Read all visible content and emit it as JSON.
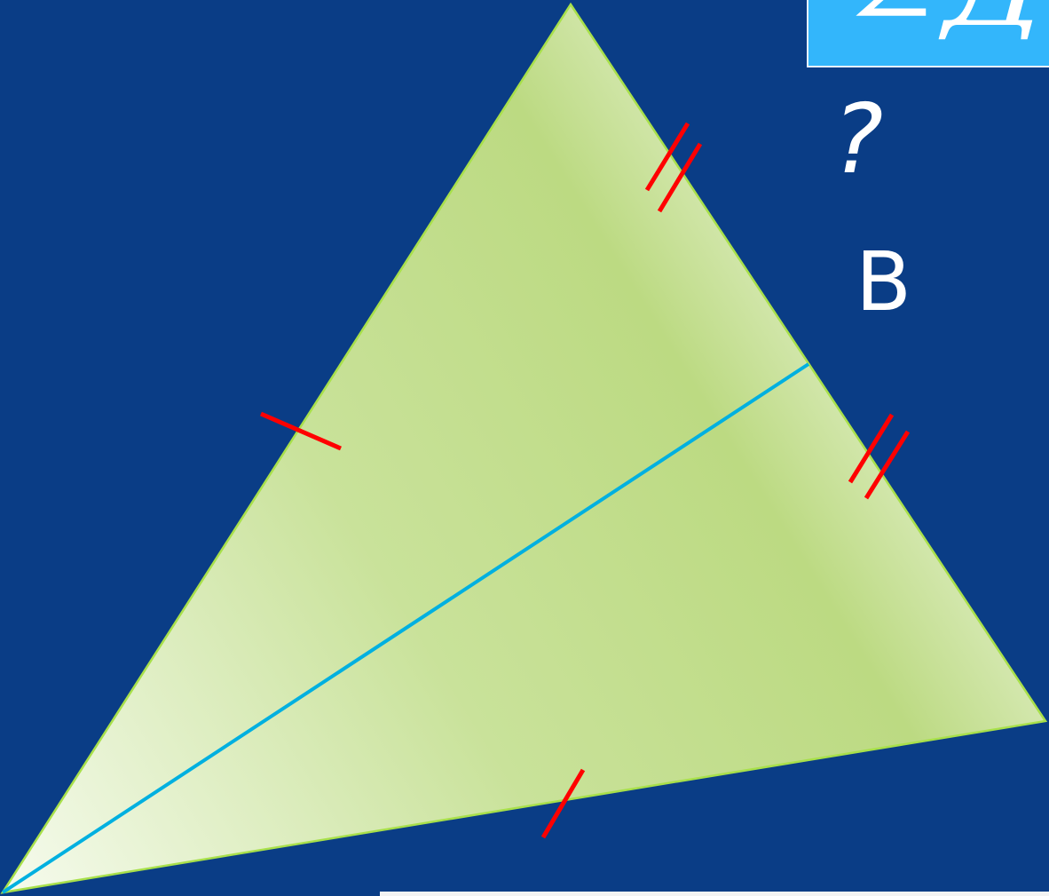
{
  "header_box": {
    "text": "∠Д",
    "background_color": "#33b6fb",
    "border_color": "#e8f2ff"
  },
  "labels": {
    "question_mark": "?",
    "vertex_b": "B"
  },
  "colors": {
    "background": "#0a3d86",
    "triangle_fill_light": "#f3f9e8",
    "triangle_fill_mid": "#bddb84",
    "triangle_outline": "#a8e04a",
    "segment": "#00b0e0",
    "tick_marks": "#ff0000"
  },
  "figure": {
    "shape": "triangle",
    "segment_from": "left-bottom-vertex",
    "segment_to": "right-side",
    "tick_groups": [
      {
        "side": "left",
        "count": 1
      },
      {
        "side": "right-upper",
        "count": 2
      },
      {
        "side": "right-lower",
        "count": 2
      },
      {
        "side": "bottom",
        "count": 1
      }
    ]
  }
}
